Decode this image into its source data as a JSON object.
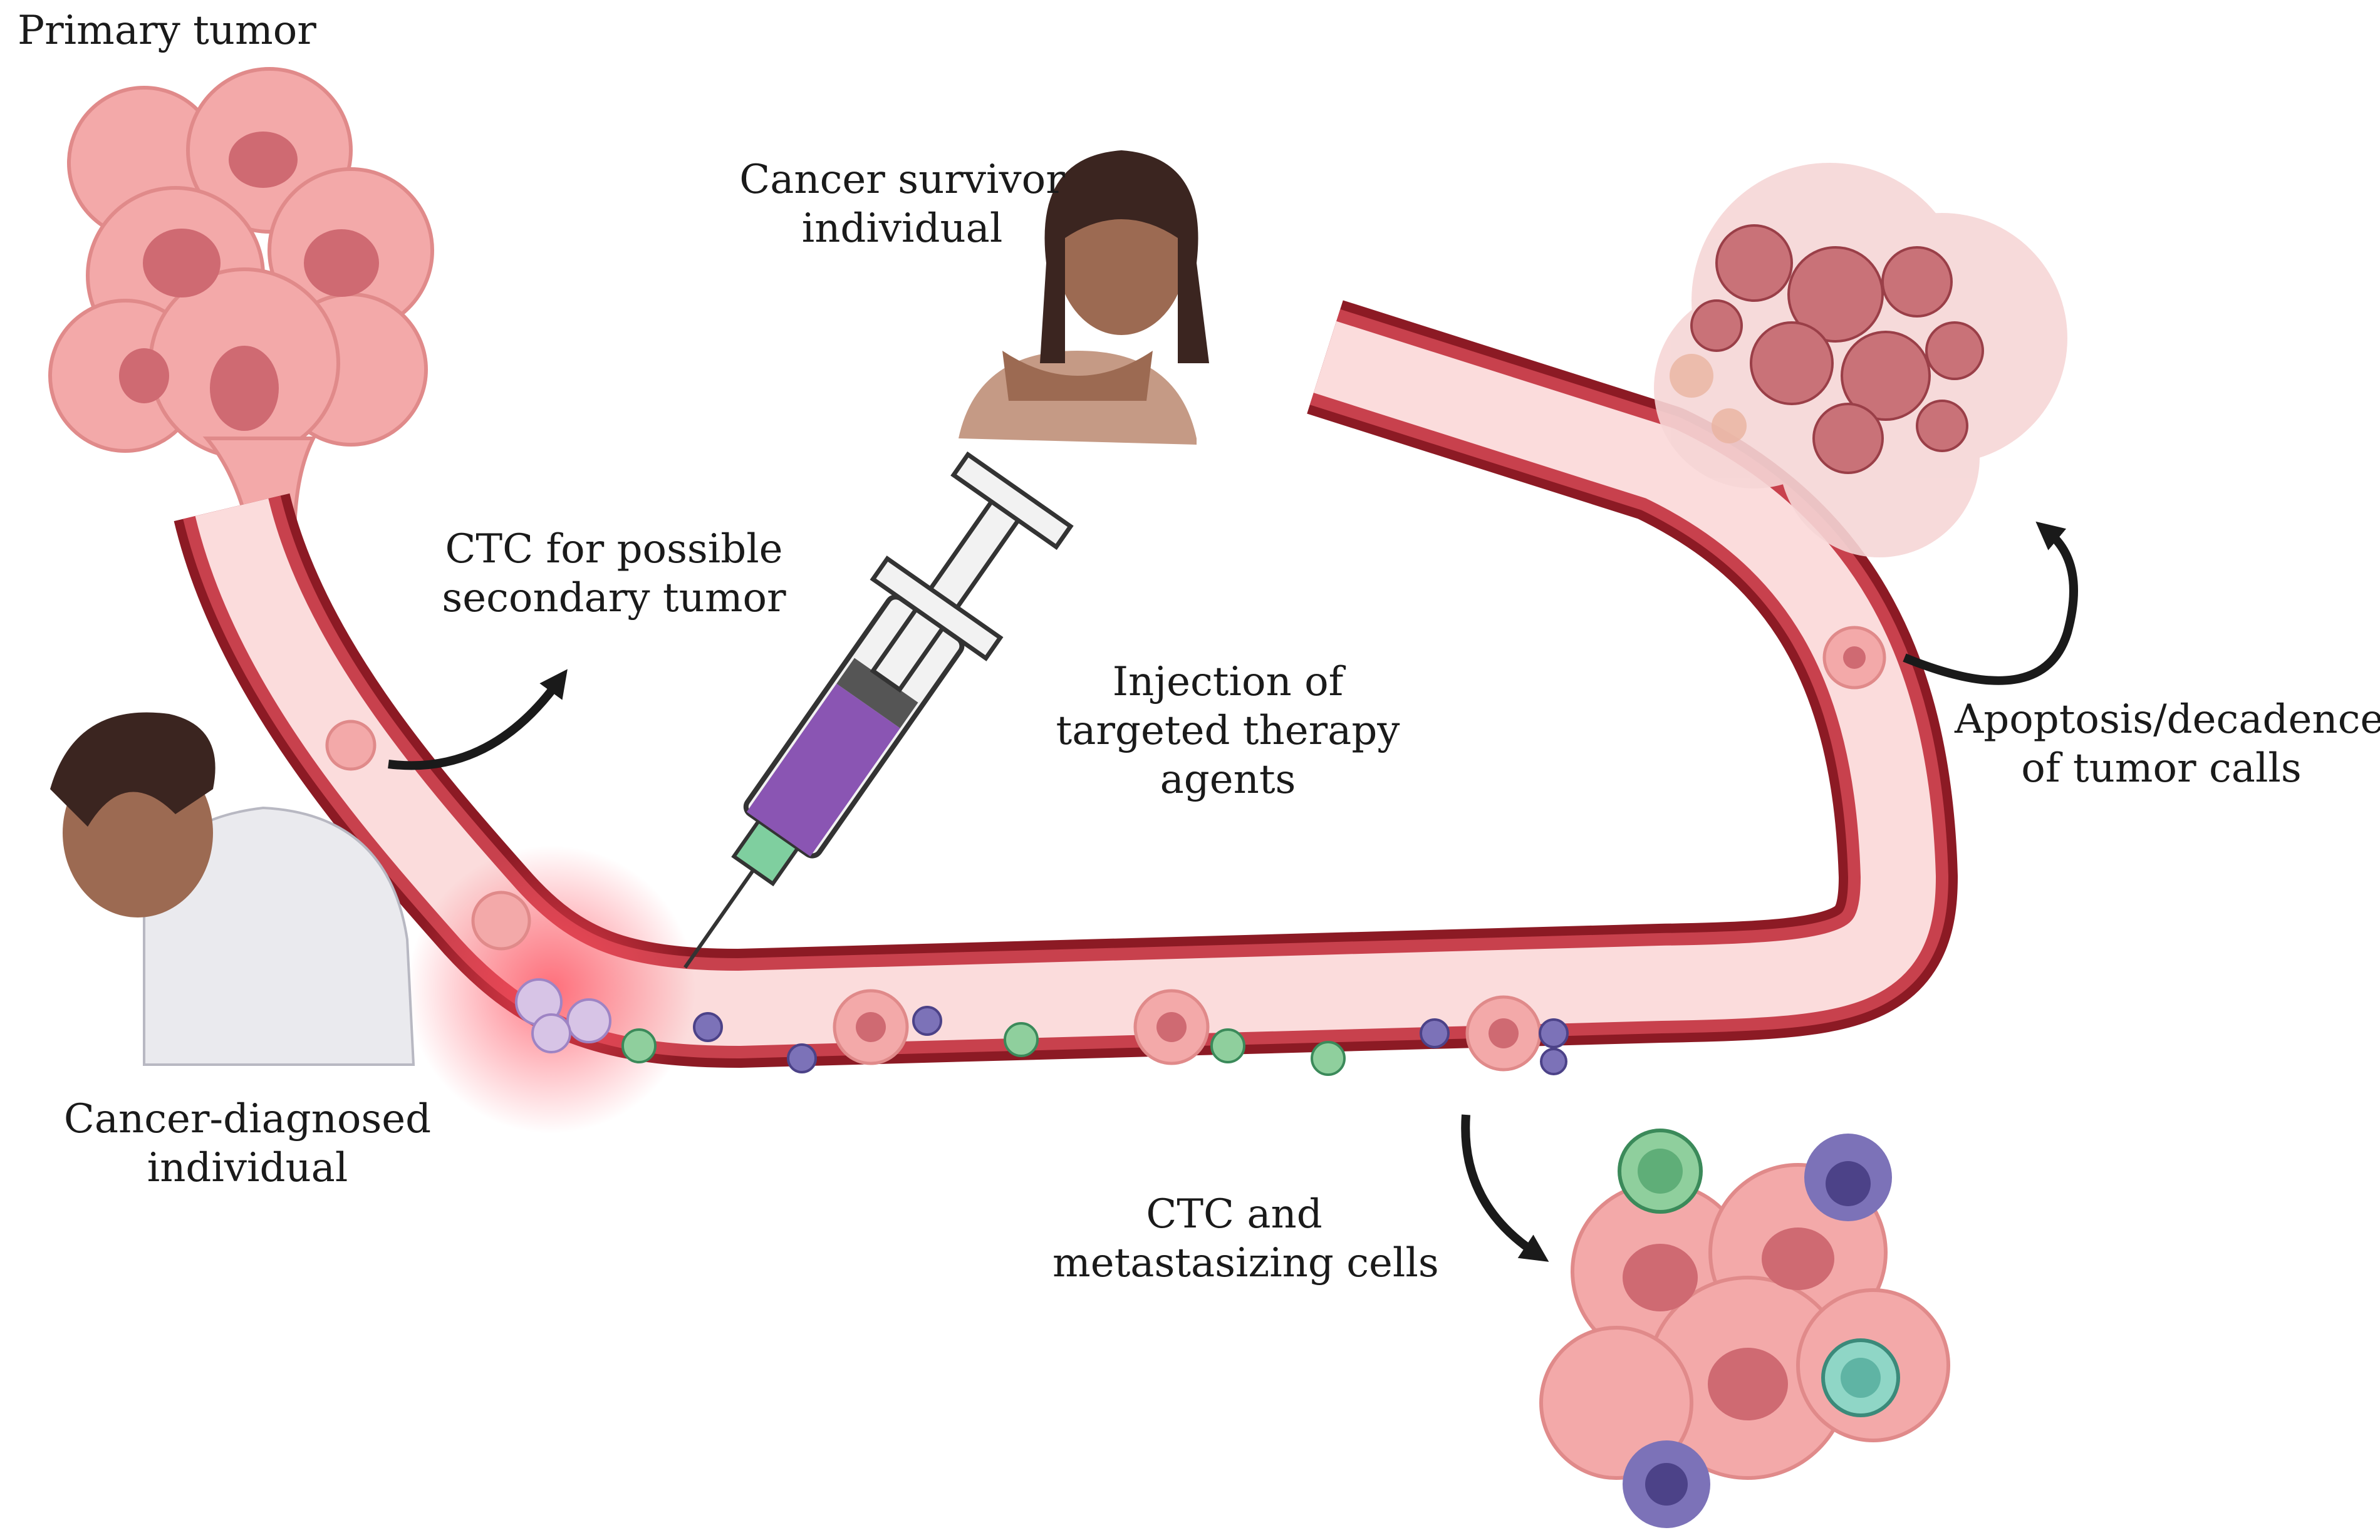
{
  "labels": {
    "primary_tumor": "Primary tumor",
    "survivor": [
      "Cancer survivor",
      "individual"
    ],
    "ctc_secondary": [
      "CTC for possible",
      "secondary tumor"
    ],
    "injection": [
      "Injection of",
      "targeted therapy",
      "agents"
    ],
    "apoptosis": [
      "Apoptosis/decadence",
      "of  tumor calls"
    ],
    "diagnosed": [
      "Cancer-diagnosed",
      "individual"
    ],
    "ctc_metastasizing": [
      "CTC and",
      "metastasizing cells"
    ]
  },
  "colors": {
    "vessel_wall": "#8c1a24",
    "vessel_inner": "#c8414d",
    "vessel_lumen": "#fbdcdc",
    "tumor_cell": "#ec8e8e",
    "tumor_nucleus": "#c65c64",
    "immune_green": "#8fcf9d",
    "immune_purple": "#7c72b8",
    "skin": "#9c6a52",
    "hair": "#3b2520",
    "arrow": "#1a1a1a",
    "syringe_fluid": "#8a55b3"
  },
  "icons": [
    "tumor-cluster-icon",
    "syringe-icon",
    "person-icon",
    "blood-vessel-icon",
    "arrow-icon"
  ]
}
